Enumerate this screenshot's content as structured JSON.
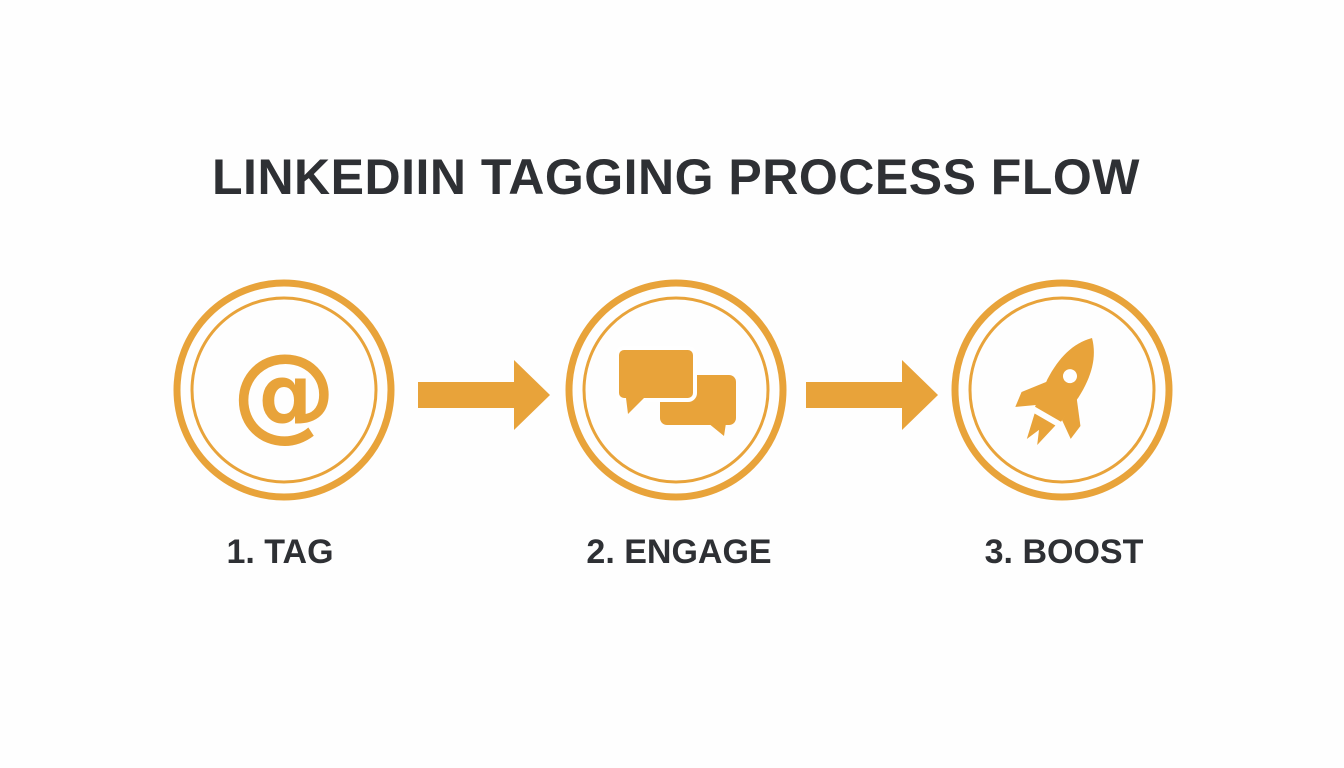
{
  "title": "LINKEDIIN TAGGING PROCESS FLOW",
  "accent_color": "#E8A33A",
  "text_color": "#2E3034",
  "steps": [
    {
      "label": "1. TAG",
      "icon": "at-sign-icon"
    },
    {
      "label": "2. ENGAGE",
      "icon": "chat-bubbles-icon"
    },
    {
      "label": "3. BOOST",
      "icon": "rocket-icon"
    }
  ]
}
